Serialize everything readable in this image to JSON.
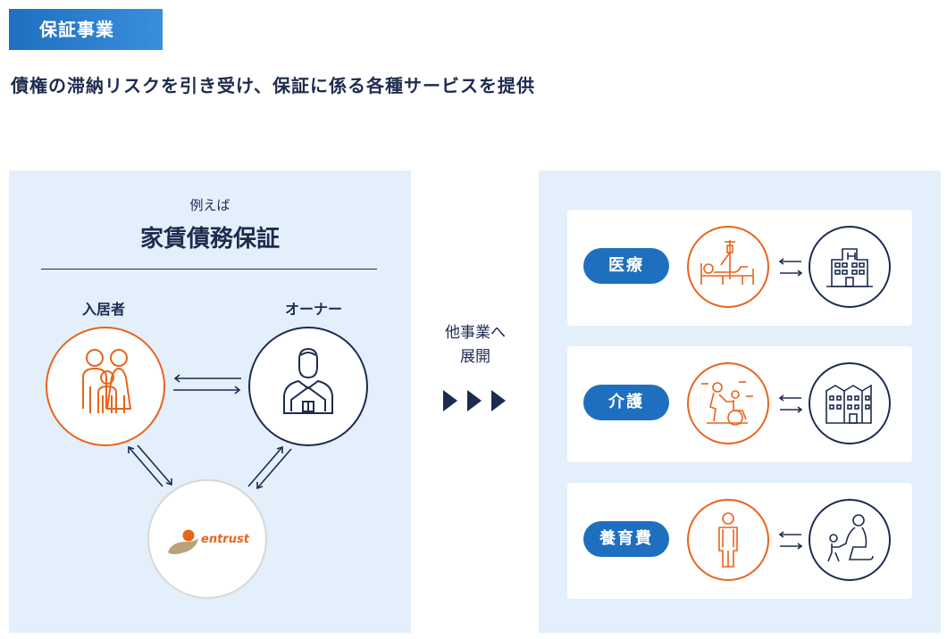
{
  "header": {
    "tag": "保証事業",
    "lead": "債権の滞納リスクを引き受け、保証に係る各種サービスを提供"
  },
  "left_panel": {
    "example": "例えば",
    "title": "家賃債務保証",
    "tenant_label": "入居者",
    "owner_label": "オーナー",
    "company_logo": "entrust"
  },
  "middle": {
    "line1": "他事業へ",
    "line2": "展開"
  },
  "right_panel": {
    "cards": [
      {
        "label": "医療"
      },
      {
        "label": "介護"
      },
      {
        "label": "養育費"
      }
    ]
  },
  "colors": {
    "navy": "#1d2b4f",
    "orange": "#e8641b",
    "blue": "#1e6fc0",
    "panel_bg": "#e3effa"
  },
  "icons": [
    "family-icon",
    "owner-house-icon",
    "entrust-logo",
    "hospital-bed-icon",
    "hospital-building-icon",
    "wheelchair-care-icon",
    "care-facility-building-icon",
    "standing-person-icon",
    "parent-child-icon",
    "double-arrow-icon",
    "triple-triangle-icon"
  ]
}
